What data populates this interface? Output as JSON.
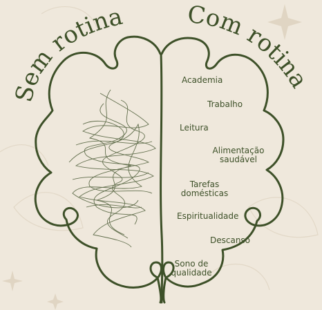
{
  "titles": {
    "left": "Sem rotina",
    "right": "Com rotina"
  },
  "routine_items": [
    "Academia",
    "Trabalho",
    "Leitura",
    "Alimentação\nsaudável",
    "Tarefas\ndomésticas",
    "Espiritualidade",
    "Descanso",
    "Sono de\nqualidade"
  ],
  "colors": {
    "background": "#efe8dc",
    "ink": "#3d5028",
    "scribble": "#4a5a35"
  }
}
